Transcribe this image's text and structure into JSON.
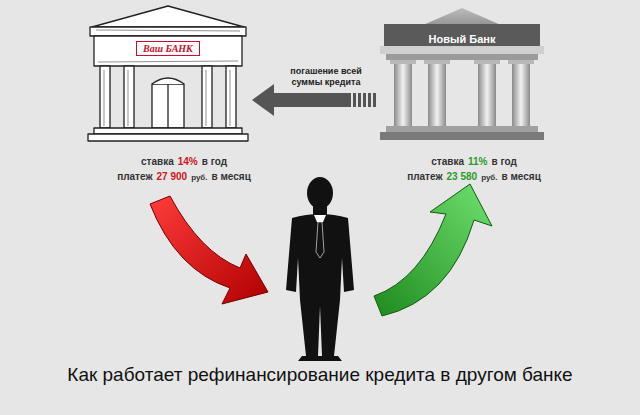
{
  "diagram": {
    "caption": "Как работает рефинансирование кредита в другом банке",
    "nodes": [
      {
        "text": [
          "Ваш БАНК"
        ]
      },
      {
        "text": [
          "Новый Банк"
        ]
      }
    ],
    "edges": [
      {
        "from": 1,
        "to": 0,
        "arrow": "to",
        "label": "погашение всей суммы кредита"
      }
    ],
    "labels": [
      "ставка",
      "14%",
      "в год",
      "платеж",
      "27 900",
      "руб.",
      "в месяц",
      "ставка",
      "11%",
      "в год",
      "платеж",
      "23 580",
      "руб.",
      "в месяц"
    ]
  }
}
